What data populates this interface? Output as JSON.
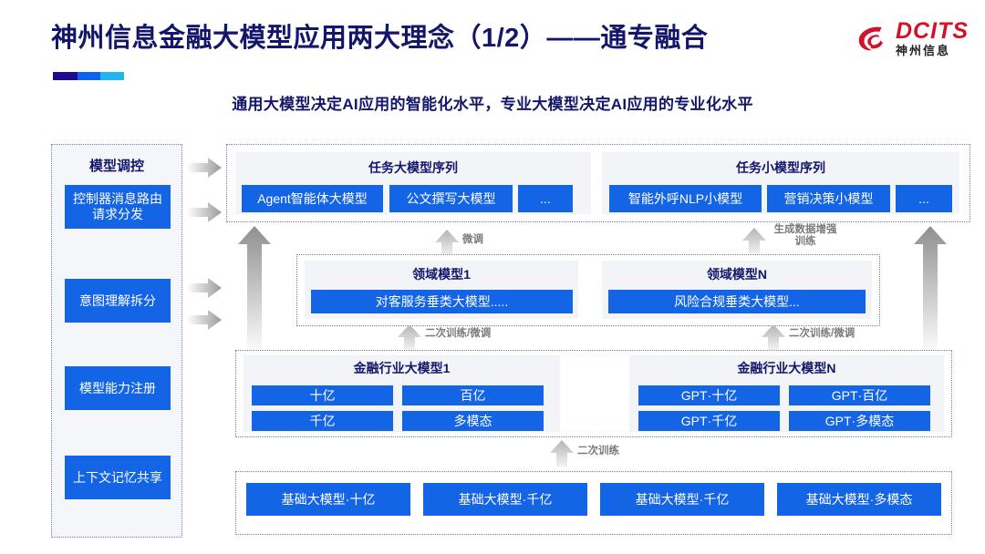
{
  "header": {
    "title": "神州信息金融大模型应用两大理念（1/2）——通专融合",
    "subtitle": "通用大模型决定AI应用的智能化水平，专业大模型决定AI应用的专业化水平",
    "accent_colors": [
      "#1a0c8c",
      "#0b63f0",
      "#21b5ef"
    ],
    "logo": {
      "en": "DCITS",
      "cn": "神州信息",
      "mark_color": "#d3122a"
    }
  },
  "colors": {
    "primary_blue": "#1464e6",
    "title_navy": "#14166b",
    "panel_gray": "#f2f4f7",
    "dotted_border": "#6a7fae",
    "arrow_gray": "#9a9a9a",
    "flow_label": "#7b7b7b"
  },
  "control_panel": {
    "title": "模型调控",
    "items": [
      {
        "label": "控制器消息路由请求分发"
      },
      {
        "label": "意图理解拆分"
      },
      {
        "label": "模型能力注册"
      },
      {
        "label": "上下文记忆共享"
      }
    ]
  },
  "task_layer": {
    "left": {
      "title": "任务大模型序列",
      "boxes": [
        "Agent智能体大模型",
        "公文撰写大模型",
        "..."
      ]
    },
    "right": {
      "title": "任务小模型序列",
      "boxes": [
        "智能外呼NLP小模型",
        "营销决策小模型",
        "..."
      ]
    }
  },
  "domain_layer": {
    "left": {
      "title": "领域模型1",
      "boxes": [
        "对客服务垂类大模型....."
      ]
    },
    "right": {
      "title": "领域模型N",
      "boxes": [
        "风险合规垂类大模型..."
      ]
    }
  },
  "industry_layer": {
    "left": {
      "title": "金融行业大模型1",
      "boxes": [
        "十亿",
        "百亿",
        "千亿",
        "多模态"
      ]
    },
    "right": {
      "title": "金融行业大模型N",
      "boxes": [
        "GPT·十亿",
        "GPT·百亿",
        "GPT·千亿",
        "GPT·多模态"
      ]
    }
  },
  "base_layer": {
    "boxes": [
      "基础大模型·十亿",
      "基础大模型·千亿",
      "基础大模型·千亿",
      "基础大模型·多模态"
    ]
  },
  "flow_labels": {
    "fine_tune": "微调",
    "data_aug": "生成数据增强训练",
    "secondary_train_tune_left": "二次训练/微调",
    "secondary_train_tune_right": "二次训练/微调",
    "secondary_train": "二次训练"
  }
}
